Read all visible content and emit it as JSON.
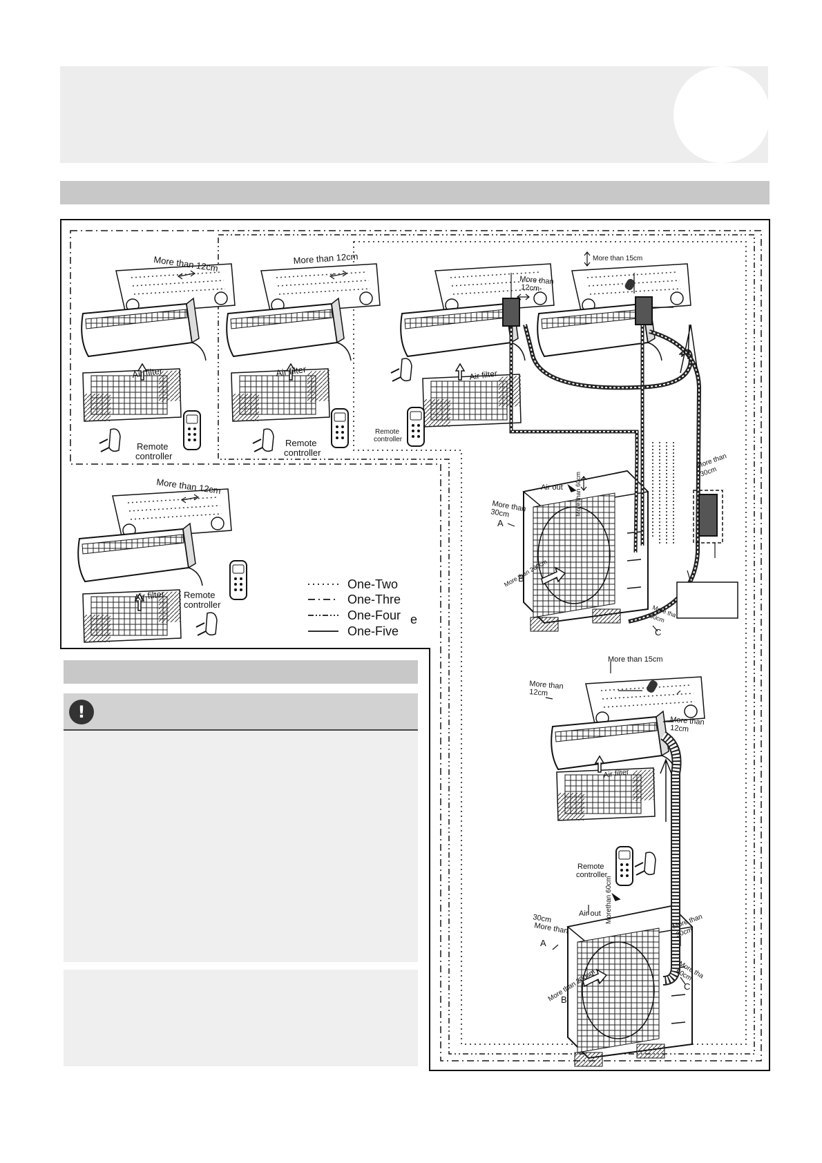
{
  "labels": {
    "more_than_12cm": "More than 12cm",
    "more_than_12cm_a": "More than",
    "more_than_12cm_b": "12cm",
    "more_than_15cm": "More than 15cm",
    "more_than_30cm_a": "More than",
    "more_than_30cm_b": "30cm",
    "more_than_60cm": "More than 60cm",
    "morethan_60cm": "Morethan 60cm",
    "more_tha": "More tha",
    "cm60": "60cm",
    "more_than_200cm": "More than 200cm",
    "air_filter": "Air filter",
    "air_out": "Air out",
    "remote": "Remote",
    "controller": "controller",
    "A": "A",
    "B": "B",
    "C": "C"
  },
  "legend": [
    {
      "label": "One-Two",
      "style": "dotted"
    },
    {
      "label": "One-Thre",
      "style": "dash-dot"
    },
    {
      "label": "One-Four",
      "suffix": "e",
      "style": "dash-dot-dot"
    },
    {
      "label": "One-Five",
      "style": "solid"
    }
  ],
  "caution_icon": "!",
  "icons": [
    "exclamation-icon"
  ],
  "colors": {
    "header_band": "#ededed",
    "section_bar": "#c8c8c8",
    "panel_bg": "#efefef",
    "line": "#111111"
  }
}
